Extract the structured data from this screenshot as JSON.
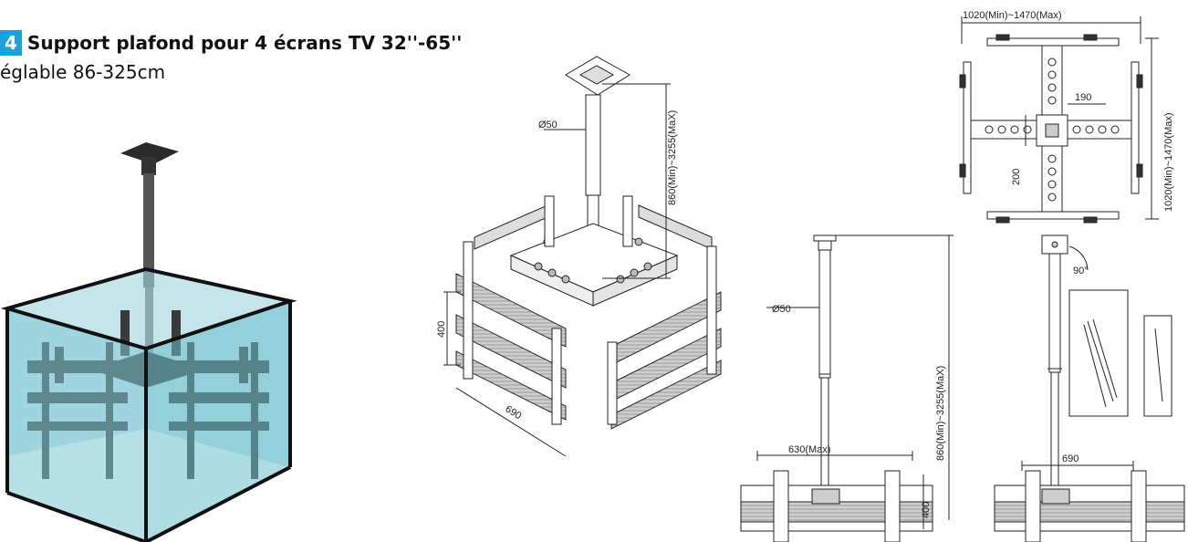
{
  "header": {
    "badge": "4",
    "title": "Support plafond pour 4 écrans TV 32''-65''",
    "subtitle": "églable 86-325cm"
  },
  "dimensions": {
    "iso_diameter": "Ø50",
    "iso_height": "860(Min)~3255(MaX)",
    "iso_400": "400",
    "iso_690": "690",
    "top_width": "1020(Min)~1470(Max)",
    "top_190": "190",
    "top_200": "200",
    "top_height": "1020(Min)~1470(Max)",
    "side_diameter": "Ø50",
    "side_630": "630(Max)",
    "side_400": "400",
    "side_height": "860(Min)~3255(MaX)",
    "front_90": "90°",
    "front_690": "690"
  },
  "colors": {
    "glass": "#7ec8d4",
    "frame": "#111111",
    "badge": "#1ea1d8"
  }
}
